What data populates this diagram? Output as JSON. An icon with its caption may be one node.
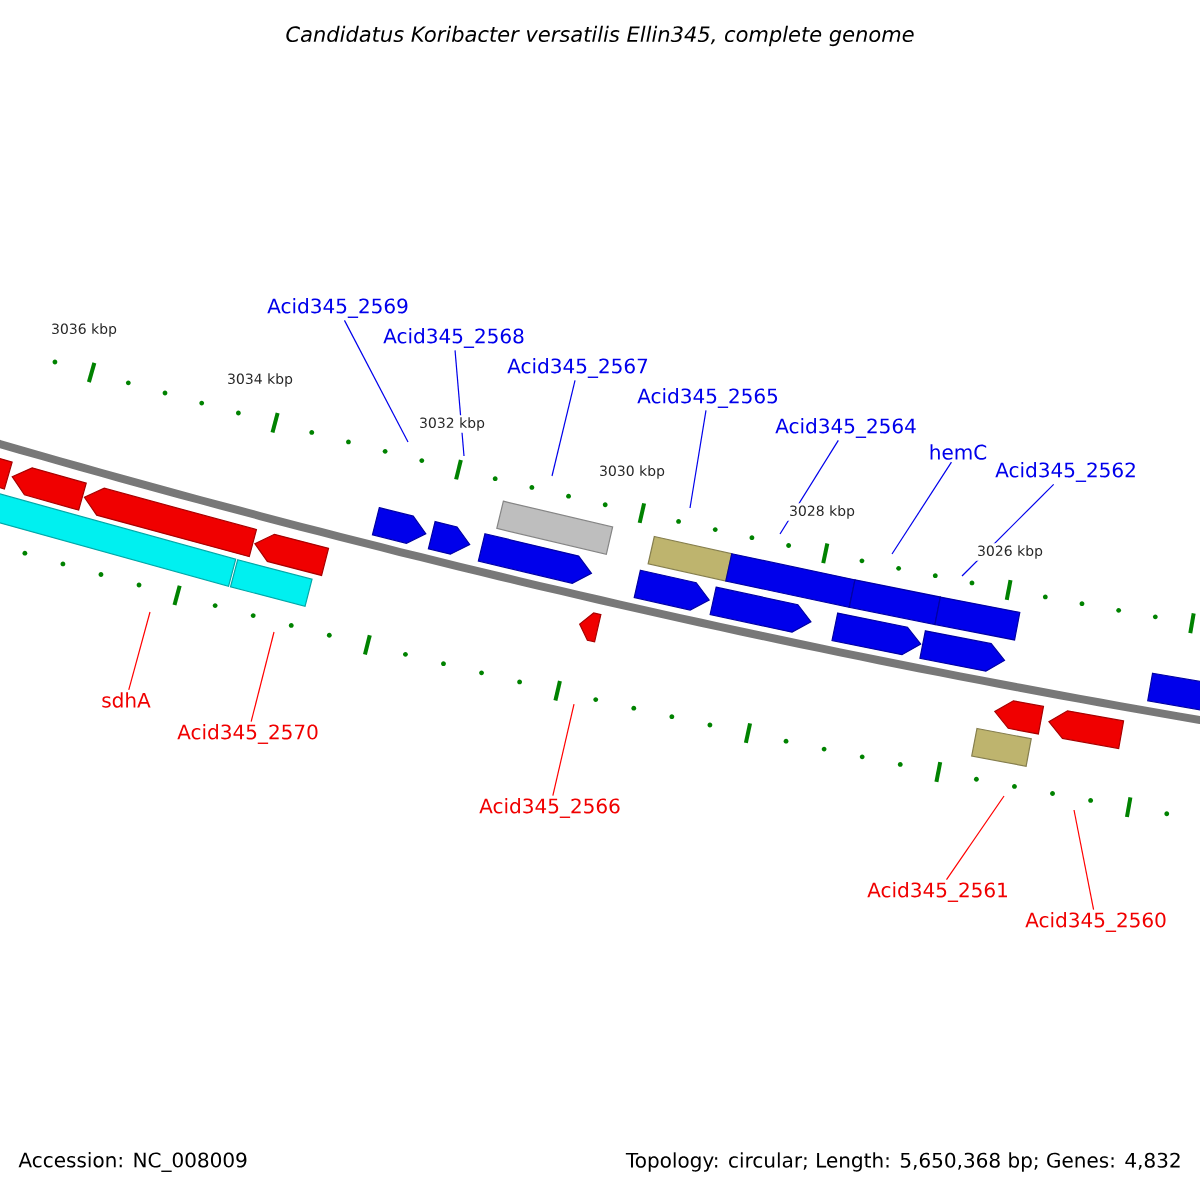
{
  "diagram": {
    "title": "Candidatus Koribacter versatilis Ellin345, complete genome",
    "nodes": [
      {
        "text": [
          "Acid345_2569"
        ]
      },
      {
        "text": [
          "Acid345_2568"
        ]
      },
      {
        "text": [
          "Acid345_2567"
        ]
      },
      {
        "text": [
          "Acid345_2565"
        ]
      },
      {
        "text": [
          "Acid345_2564"
        ]
      },
      {
        "text": [
          "hemC"
        ]
      },
      {
        "text": [
          "Acid345_2562"
        ]
      },
      {
        "text": [
          "sdhA"
        ]
      },
      {
        "text": [
          "Acid345_2570"
        ]
      },
      {
        "text": [
          "Acid345_2566"
        ]
      },
      {
        "text": [
          "Acid345_2561"
        ]
      },
      {
        "text": [
          "Acid345_2560"
        ]
      }
    ],
    "edges": [
      {
        "from": 0,
        "to": null,
        "arrow": "none"
      },
      {
        "from": 1,
        "to": null,
        "arrow": "none"
      },
      {
        "from": 2,
        "to": null,
        "arrow": "none"
      },
      {
        "from": 3,
        "to": null,
        "arrow": "none"
      },
      {
        "from": 4,
        "to": null,
        "arrow": "none"
      },
      {
        "from": 5,
        "to": null,
        "arrow": "none"
      },
      {
        "from": 6,
        "to": null,
        "arrow": "none"
      },
      {
        "from": 7,
        "to": null,
        "arrow": "none",
        "color": "#ff0000"
      },
      {
        "from": 8,
        "to": null,
        "arrow": "none",
        "color": "#ff0000"
      },
      {
        "from": 9,
        "to": null,
        "arrow": "none",
        "color": "#ff0000"
      },
      {
        "from": 10,
        "to": null,
        "arrow": "none",
        "color": "#ff0000"
      },
      {
        "from": 11,
        "to": null,
        "arrow": "none",
        "color": "#ff0000"
      }
    ],
    "labels": [
      "3036 kbp",
      "3034 kbp",
      "3032 kbp",
      "3030 kbp",
      "3028 kbp",
      "3026 kbp",
      "Accession: NC_008009",
      "Topology: circular; Length: 5,650,368 bp; Genes: 4,832"
    ]
  }
}
